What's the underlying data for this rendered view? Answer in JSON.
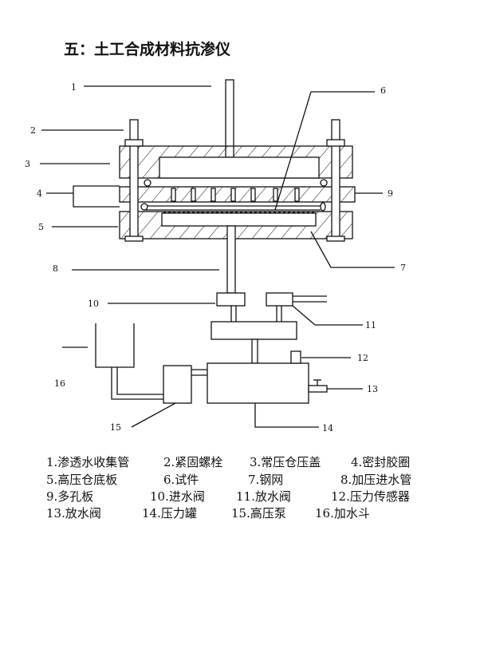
{
  "title": "五：土工合成材料抗渗仪",
  "callouts": [
    "1",
    "2",
    "3",
    "4",
    "5",
    "6",
    "7",
    "8",
    "9",
    "10",
    "11",
    "12",
    "13",
    "14",
    "15",
    "16"
  ],
  "legend": [
    [
      "1.渗透水收集管",
      "2.紧固螺栓",
      "3.常压仓压盖",
      "4.密封胶圈"
    ],
    [
      "5.高压仓底板",
      "6.试件",
      "7.钢网",
      "8.加压进水管"
    ],
    [
      "9.多孔板",
      "10.进水阀",
      "11.放水阀",
      "12.压力传感器"
    ],
    [
      "13.放水阀",
      "14.压力罐",
      "15.高压泵",
      "16.加水斗"
    ]
  ]
}
